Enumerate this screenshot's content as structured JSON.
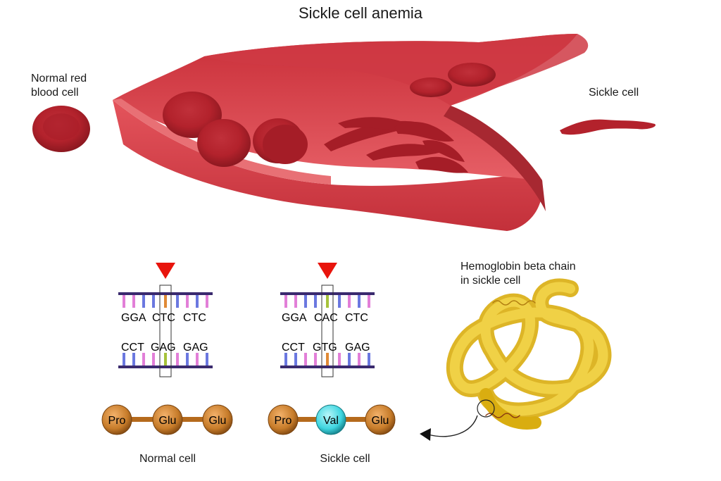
{
  "title": "Sickle cell anemia",
  "labels": {
    "normal_rbc_line1": "Normal red",
    "normal_rbc_line2": "blood cell",
    "sickle_cell_top": "Sickle cell",
    "hemoglobin_line1": "Hemoglobin beta chain",
    "hemoglobin_line2": "in sickle cell"
  },
  "dna_normal": {
    "top_strand": [
      "GGA",
      "CTC",
      "CTC"
    ],
    "bottom_strand": [
      "CCT",
      "GAG",
      "GAG"
    ],
    "amino_acids": [
      "Pro",
      "Glu",
      "Glu"
    ],
    "caption": "Normal cell"
  },
  "dna_sickle": {
    "top_strand": [
      "GGA",
      "CAC",
      "CTC"
    ],
    "bottom_strand": [
      "CCT",
      "GTG",
      "GAG"
    ],
    "amino_acids": [
      "Pro",
      "Val",
      "Glu"
    ],
    "caption": "Sickle cell"
  },
  "colors": {
    "vessel": "#e0454f",
    "vessel_dark": "#b8232e",
    "rbc": "#b3222c",
    "marker": "#e8140c",
    "amino_normal": "#c77c2a",
    "amino_mutant": "#3fd6e0",
    "hemoglobin": "#e8c21c",
    "backbone": "#3a2a6e"
  }
}
